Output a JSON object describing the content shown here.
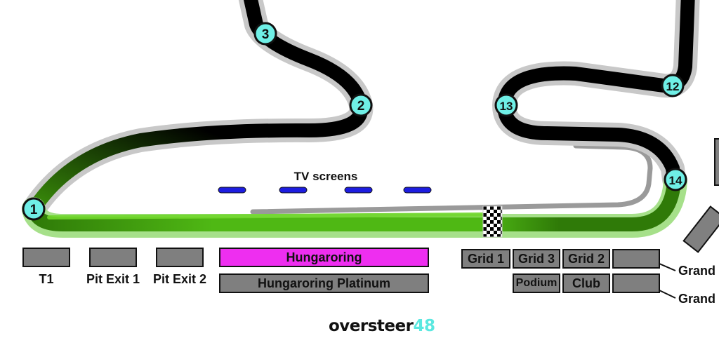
{
  "map": {
    "title": "Hungaroring",
    "colors": {
      "track": "#000000",
      "track_edge": "#c8c8c8",
      "start_straight": "#55c21a",
      "start_straight_dark": "#2f7a08",
      "start_straight_edge": "#a6e08a",
      "pit_lane": "#9a9a9a",
      "corner_marker": "#6fefe6",
      "tv_screen": "#1d1de0",
      "hospitality_highlight": "#ee2ef0",
      "grandstand": "#808080"
    },
    "corners": [
      {
        "label": "1"
      },
      {
        "label": "2"
      },
      {
        "label": "3"
      },
      {
        "label": "12"
      },
      {
        "label": "13"
      },
      {
        "label": "14"
      }
    ],
    "tv_screens_label": "TV screens",
    "finish_line": "checkered-flag"
  },
  "grandstands": {
    "t1": "T1",
    "pit_exit_1": "Pit Exit 1",
    "pit_exit_2": "Pit Exit 2",
    "hungaroring": "Hungaroring",
    "hungaroring_platinum": "Hungaroring Platinum",
    "grid_1": "Grid 1",
    "grid_3": "Grid 3",
    "grid_2": "Grid 2",
    "podium": "Podium",
    "club": "Club",
    "grand_1": "Grand",
    "grand_2": "Grand"
  },
  "branding": {
    "logo_text": "oversteer",
    "logo_number": "48"
  }
}
